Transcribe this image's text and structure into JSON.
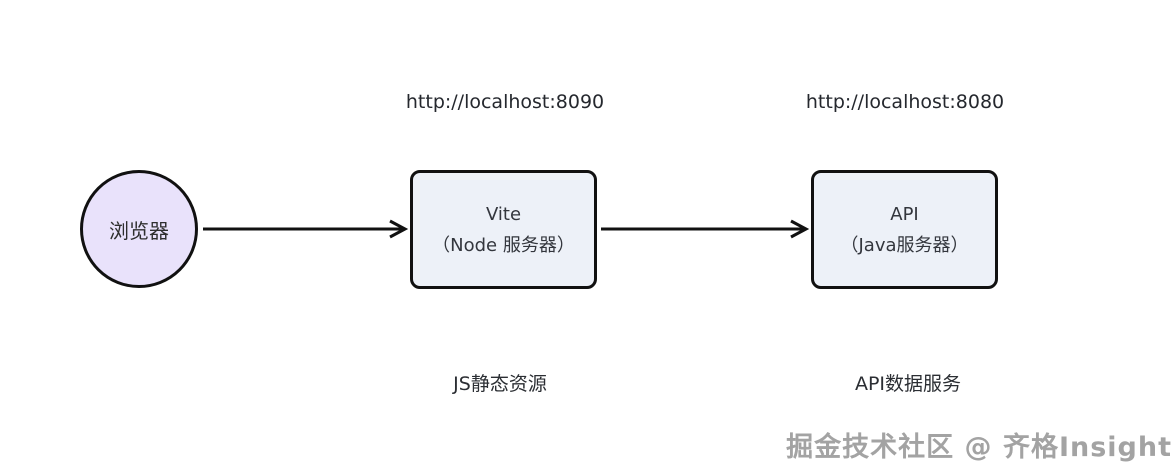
{
  "diagram": {
    "browser_node": {
      "label": "浏览器",
      "fill": "#e9e2fb",
      "border": "#111111"
    },
    "vite_node": {
      "url": "http://localhost:8090",
      "title": "Vite",
      "subtitle": "（Node 服务器）",
      "caption": "JS静态资源",
      "fill": "#edf1f8",
      "border": "#111111"
    },
    "api_node": {
      "url": "http://localhost:8080",
      "title": "API",
      "subtitle": "（Java服务器）",
      "caption": "API数据服务",
      "fill": "#edf1f8",
      "border": "#111111"
    },
    "arrows": {
      "color": "#111111",
      "from_browser_to": "Vite",
      "from_vite_to": "API"
    }
  },
  "watermark": {
    "text": "掘金技术社区 @ 齐格Insight",
    "color": "#a3a3a3"
  }
}
